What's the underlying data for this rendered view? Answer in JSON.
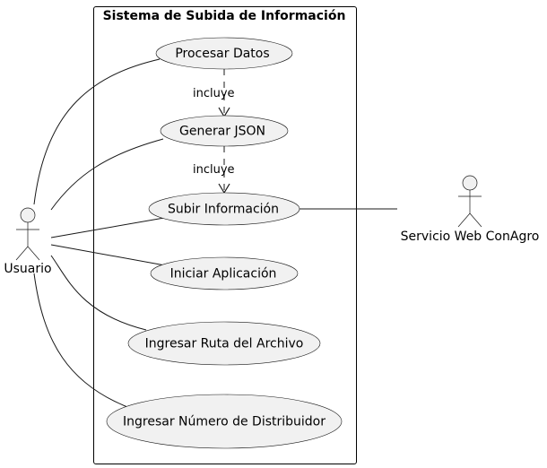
{
  "system": {
    "title": "Sistema de Subida de Información"
  },
  "actors": {
    "usuario": "Usuario",
    "servicio": "Servicio Web ConAgro"
  },
  "use_cases": {
    "procesar": "Procesar Datos",
    "generar": "Generar JSON",
    "subir": "Subir Información",
    "iniciar": "Iniciar Aplicación",
    "ruta": "Ingresar Ruta del Archivo",
    "distribuidor": "Ingresar Número de Distribuidor"
  },
  "relations": {
    "include_label_1": "incluye",
    "include_label_2": "incluye"
  },
  "colors": {
    "usecase_fill": "#f1f1f1",
    "line": "#181818",
    "background": "#ffffff"
  }
}
